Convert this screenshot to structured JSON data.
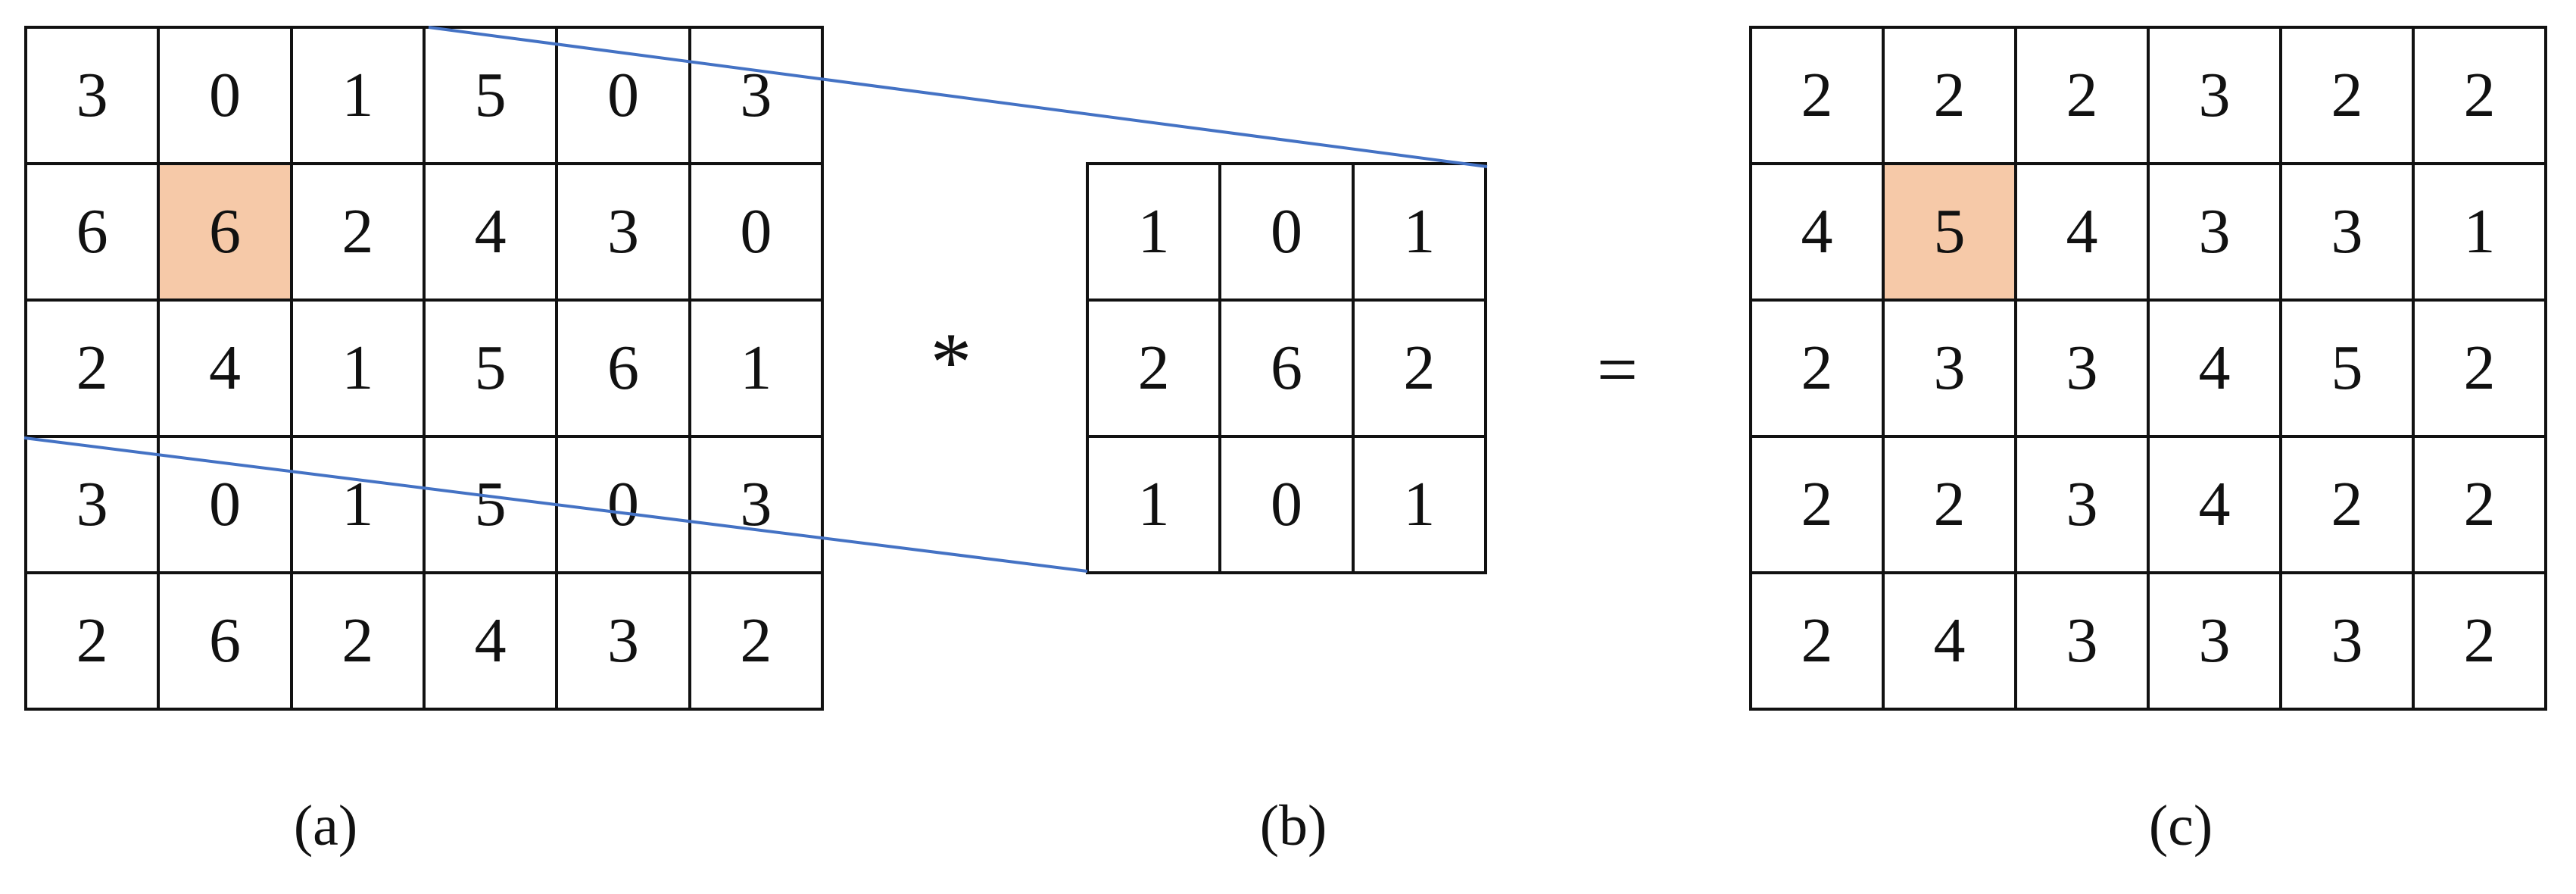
{
  "matrix_a": {
    "rows": [
      [
        "3",
        "0",
        "1",
        "5",
        "0",
        "3"
      ],
      [
        "6",
        "6",
        "2",
        "4",
        "3",
        "0"
      ],
      [
        "2",
        "4",
        "1",
        "5",
        "6",
        "1"
      ],
      [
        "3",
        "0",
        "1",
        "5",
        "0",
        "3"
      ],
      [
        "2",
        "6",
        "2",
        "4",
        "3",
        "2"
      ]
    ],
    "highlight": [
      1,
      1
    ],
    "caption": "(a)"
  },
  "operator_convolve": "*",
  "matrix_b": {
    "rows": [
      [
        "1",
        "0",
        "1"
      ],
      [
        "2",
        "6",
        "2"
      ],
      [
        "1",
        "0",
        "1"
      ]
    ],
    "caption": "(b)"
  },
  "operator_equals": "=",
  "matrix_c": {
    "rows": [
      [
        "2",
        "2",
        "2",
        "3",
        "2",
        "2"
      ],
      [
        "4",
        "5",
        "4",
        "3",
        "3",
        "1"
      ],
      [
        "2",
        "3",
        "3",
        "4",
        "5",
        "2"
      ],
      [
        "2",
        "2",
        "3",
        "4",
        "2",
        "2"
      ],
      [
        "2",
        "4",
        "3",
        "3",
        "3",
        "2"
      ]
    ],
    "highlight": [
      1,
      1
    ],
    "caption": "(c)"
  },
  "colors": {
    "highlight": "#f6c9a8",
    "connector_line": "#4472c4",
    "grid_line": "#111111"
  }
}
